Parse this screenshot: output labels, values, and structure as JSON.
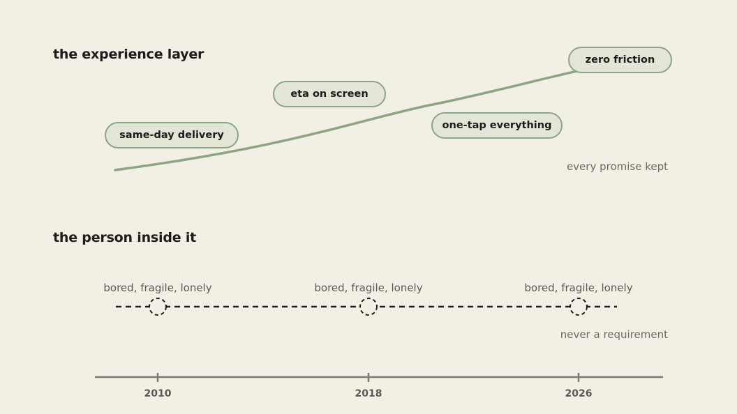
{
  "experience": {
    "heading": "the experience layer",
    "pills": {
      "same_day": "same-day delivery",
      "eta": "eta on screen",
      "one_tap": "one-tap everything",
      "zero_friction": "zero friction"
    },
    "note": "every promise kept"
  },
  "person": {
    "heading": "the person inside it",
    "states": [
      "bored, fragile, lonely",
      "bored, fragile, lonely",
      "bored, fragile, lonely"
    ],
    "note": "never a requirement"
  },
  "timeline": {
    "years": [
      "2010",
      "2018",
      "2026"
    ]
  },
  "colors": {
    "background": "#f2efe4",
    "accent_green": "#8aa682",
    "pill_fill": "#e3e5d7",
    "dash": "#1c1c1a",
    "axis": "#7a7a76"
  }
}
